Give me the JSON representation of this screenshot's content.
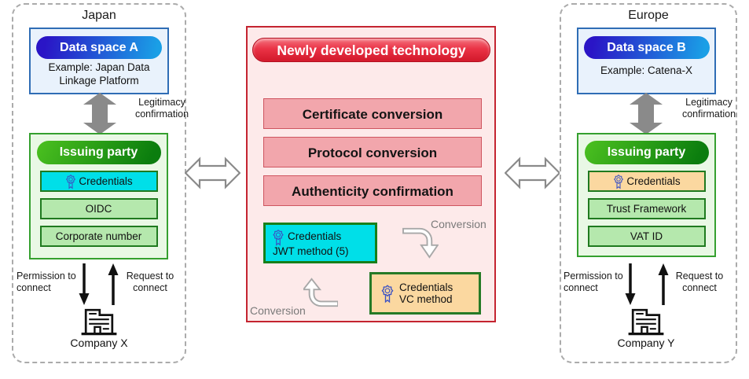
{
  "left_region": {
    "label": "Japan",
    "data_space": {
      "pill": "Data space A",
      "example": "Example: Japan Data Linkage Platform"
    },
    "legitimacy": "Legitimacy confirmation",
    "issuing_party": {
      "pill": "Issuing party",
      "items": [
        {
          "label": "Credentials"
        },
        {
          "label": "OIDC"
        },
        {
          "label": "Corporate number"
        }
      ]
    },
    "permission": "Permission to connect",
    "request": "Request to connect",
    "company": "Company X"
  },
  "center": {
    "title": "Newly developed technology",
    "functions": [
      "Certificate conversion",
      "Protocol conversion",
      "Authenticity confirmation"
    ],
    "jwt_box": {
      "line1": "Credentials",
      "line2": "JWT method (5)"
    },
    "vc_box": {
      "line1": "Credentials",
      "line2": "VC method"
    },
    "conversion_to_vc": "Conversion",
    "conversion_to_jwt": "Conversion"
  },
  "right_region": {
    "label": "Europe",
    "data_space": {
      "pill": "Data space B",
      "example": "Example: Catena-X"
    },
    "legitimacy": "Legitimacy confirmation",
    "issuing_party": {
      "pill": "Issuing party",
      "items": [
        {
          "label": "Credentials"
        },
        {
          "label": "Trust Framework"
        },
        {
          "label": "VAT ID"
        }
      ]
    },
    "permission": "Permission to connect",
    "request": "Request to connect",
    "company": "Company Y"
  },
  "icons": {
    "credentials": "badge-rosette-icon",
    "company": "building-icon",
    "legitimacy_link": "double-vertical-arrow-icon",
    "cross_region_link": "double-horizontal-arrow-icon",
    "conversion": "curved-arrow-icon",
    "permission": "down-arrow-icon",
    "request": "up-arrow-icon"
  },
  "colors": {
    "blue_pill_start": "#2a15c6",
    "blue_pill_end": "#1a9fe6",
    "green_pill_start": "#48bd1f",
    "green_pill_end": "#0b7d0e",
    "red_panel_border": "#c42430",
    "pink_panel_fill": "#fdeaea",
    "salmon_box_fill": "#f2a6ac",
    "cyan_fill": "#00dfe8",
    "orange_fill": "#fbd8a0",
    "green_item_fill": "#b5e8ad",
    "gray_arrow": "#8a8a8a"
  }
}
